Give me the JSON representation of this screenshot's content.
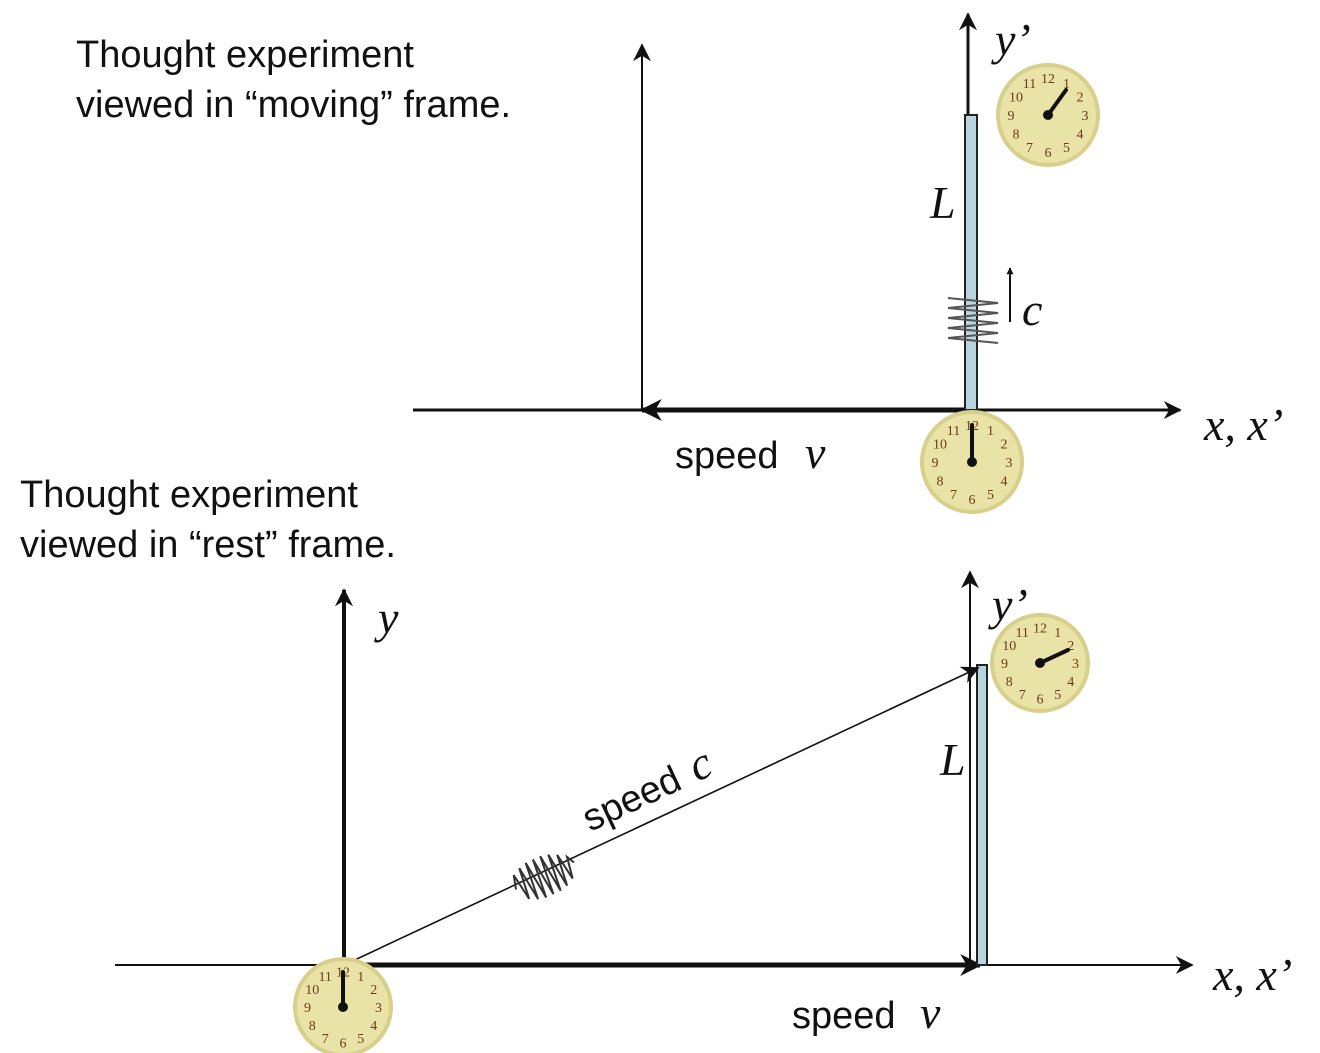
{
  "top_panel": {
    "caption_line1": "Thought experiment",
    "caption_line2": "viewed in “moving” frame.",
    "axis_x_label": "x, x’",
    "axis_y_label": "y’",
    "rod_label": "L",
    "pulse_speed_label": "c",
    "frame_speed_prefix": "speed",
    "frame_speed_symbol": "v"
  },
  "bottom_panel": {
    "caption_line1": "Thought experiment",
    "caption_line2": "viewed in “rest” frame.",
    "axis_x_label": "x, x’",
    "axis_y_label": "y",
    "axis_y_prime_label": "y’",
    "rod_label": "L",
    "path_speed_prefix": "speed",
    "path_speed_symbol": "c",
    "frame_speed_prefix": "speed",
    "frame_speed_symbol": "v"
  },
  "clock_numerals": [
    "12",
    "1",
    "2",
    "3",
    "4",
    "5",
    "6",
    "7",
    "8",
    "9",
    "10",
    "11"
  ],
  "colors": {
    "rod_fill": "#b8d4dc",
    "clock_face": "#e9e3a8",
    "clock_ring": "#d8cf8a",
    "numeral": "#6b3a1a",
    "spring": "#555555"
  }
}
